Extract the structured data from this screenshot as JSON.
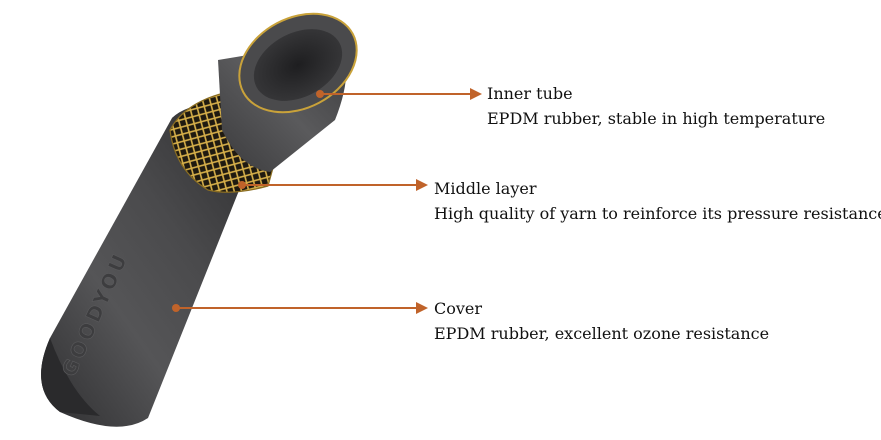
{
  "brand_marking": "GOODYOU",
  "colors": {
    "rubber": "#4a4a4c",
    "yarn": "#c9a23a",
    "callout": "#c0632a"
  },
  "callouts": [
    {
      "id": "inner",
      "title": "Inner tube",
      "description": "EPDM rubber, stable in high temperature"
    },
    {
      "id": "middle",
      "title": "Middle layer",
      "description": "High quality of yarn to reinforce its pressure resistance"
    },
    {
      "id": "cover",
      "title": "Cover",
      "description": "EPDM rubber, excellent ozone resistance"
    }
  ]
}
